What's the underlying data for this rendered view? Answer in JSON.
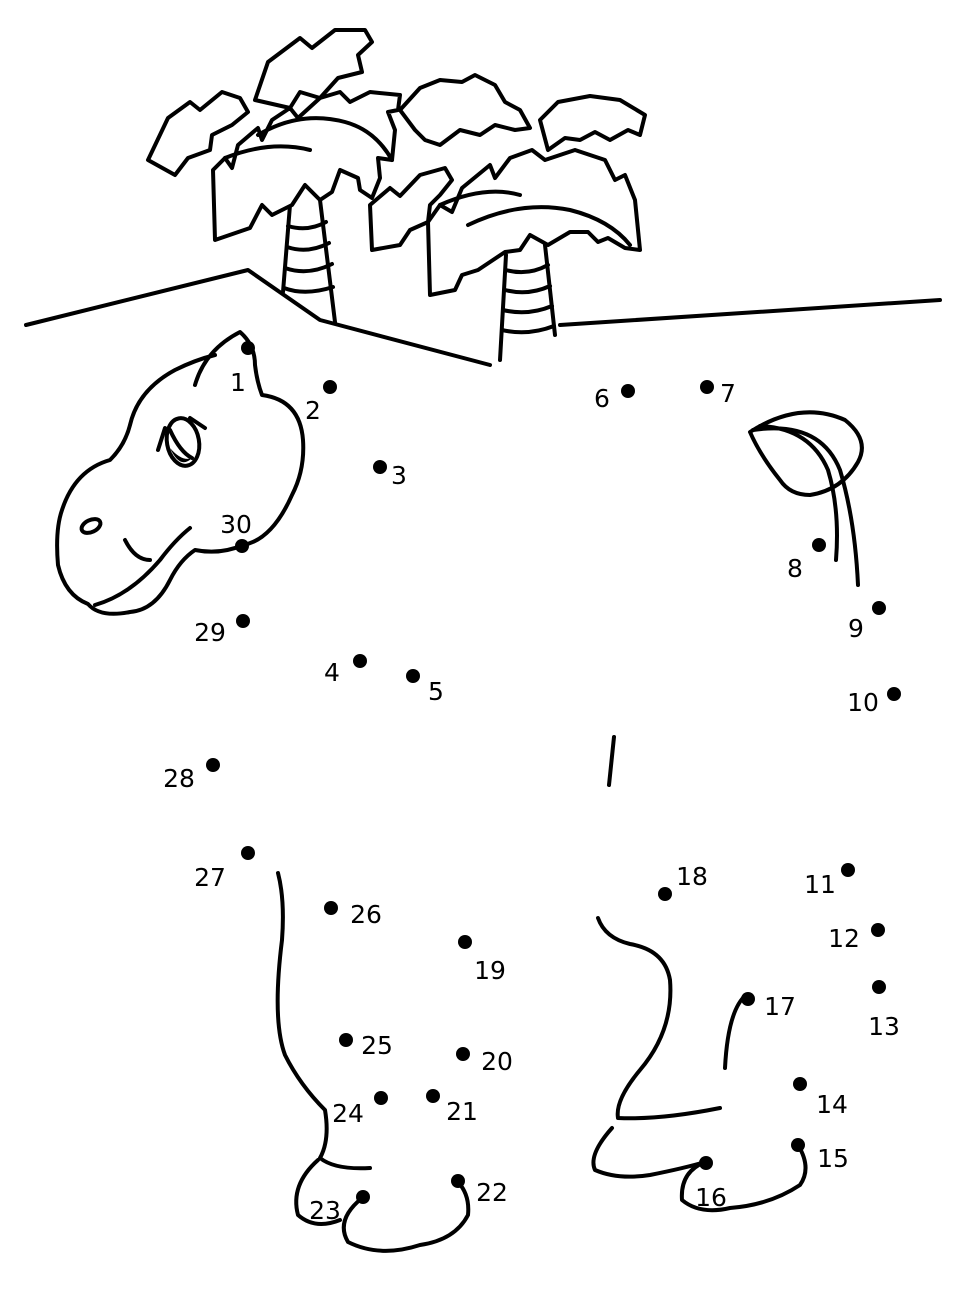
{
  "dots": [
    {
      "label": "1"
    },
    {
      "label": "2"
    },
    {
      "label": "3"
    },
    {
      "label": "4"
    },
    {
      "label": "5"
    },
    {
      "label": "6"
    },
    {
      "label": "7"
    },
    {
      "label": "8"
    },
    {
      "label": "9"
    },
    {
      "label": "10"
    },
    {
      "label": "11"
    },
    {
      "label": "12"
    },
    {
      "label": "13"
    },
    {
      "label": "14"
    },
    {
      "label": "15"
    },
    {
      "label": "16"
    },
    {
      "label": "17"
    },
    {
      "label": "18"
    },
    {
      "label": "19"
    },
    {
      "label": "20"
    },
    {
      "label": "21"
    },
    {
      "label": "22"
    },
    {
      "label": "23"
    },
    {
      "label": "24"
    },
    {
      "label": "25"
    },
    {
      "label": "26"
    },
    {
      "label": "27"
    },
    {
      "label": "28"
    },
    {
      "label": "29"
    },
    {
      "label": "30"
    }
  ],
  "colors": {
    "line": "#000000",
    "background": "#ffffff"
  },
  "icons": [
    "palm-tree-icon",
    "camel-head-icon",
    "camel-tail-icon",
    "camel-leg-icon"
  ]
}
